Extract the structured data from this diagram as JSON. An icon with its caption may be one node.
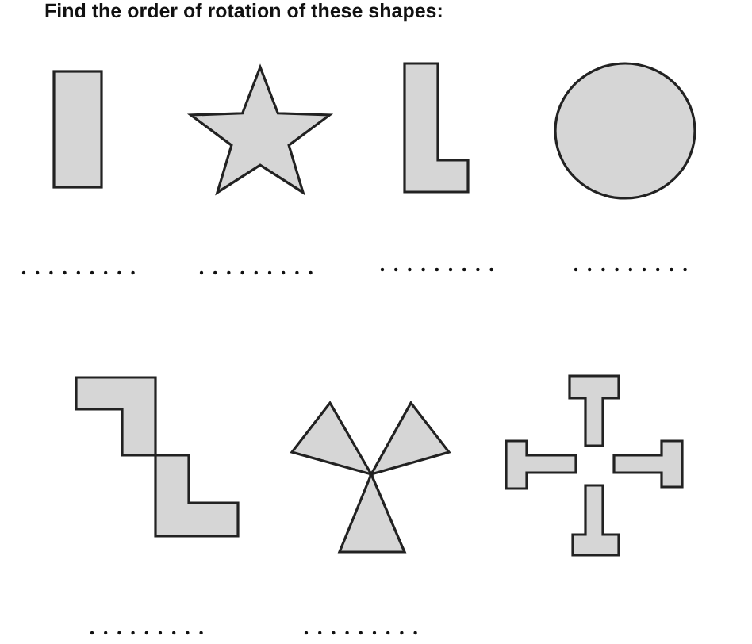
{
  "diagram": {
    "title": "Find the order of rotation of these shapes:",
    "nodes": [
      {
        "text": [],
        "shape": "rectangle"
      },
      {
        "text": [],
        "shape": "star"
      },
      {
        "text": [],
        "shape": "l-shape"
      },
      {
        "text": [],
        "shape": "circle"
      },
      {
        "text": [],
        "shape": "step"
      },
      {
        "text": [],
        "shape": "pinwheel"
      },
      {
        "text": [],
        "shape": "cross"
      }
    ]
  }
}
